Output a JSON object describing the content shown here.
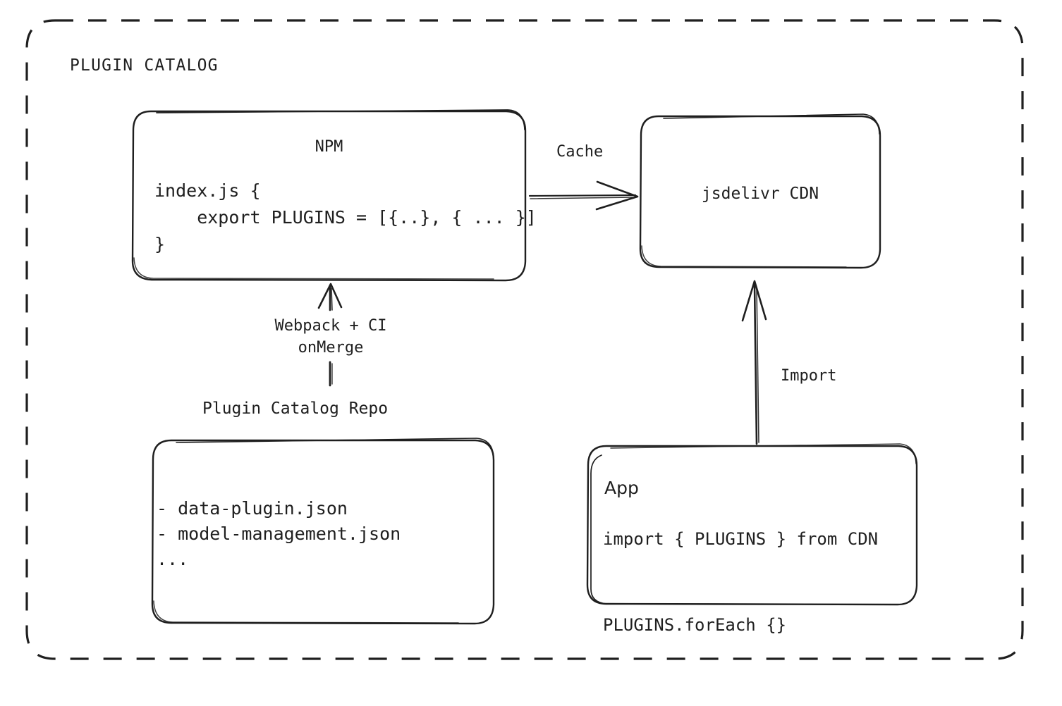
{
  "diagram": {
    "container_label": "PLUGIN CATALOG",
    "stroke_color": "#1f1f1f",
    "background_color": "#ffffff",
    "nodes": {
      "npm": {
        "title": "NPM",
        "code": "index.js {\n    export PLUGINS = [{..}, { ... }]\n}"
      },
      "cdn": {
        "title": "jsdelivr CDN"
      },
      "repo": {
        "caption": "Plugin Catalog Repo",
        "files": "- data-plugin.json\n- model-management.json\n..."
      },
      "app": {
        "title": "App",
        "code": "import { PLUGINS } from CDN\n\nPLUGINS.forEach {}"
      }
    },
    "edges": {
      "cache": {
        "label": "Cache",
        "from": "npm",
        "to": "cdn"
      },
      "build": {
        "label": "Webpack + CI\nonMerge",
        "from": "repo",
        "to": "npm"
      },
      "import": {
        "label": "Import",
        "from": "app",
        "to": "cdn"
      }
    }
  }
}
